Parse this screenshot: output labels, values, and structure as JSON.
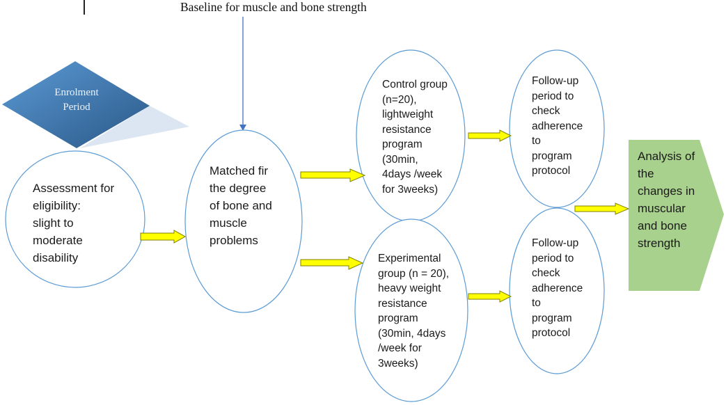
{
  "diagram": {
    "baseline_label": "Baseline for muscle and bone strength",
    "enrolment": {
      "label": "Enrolment\nPeriod",
      "color_top": "#5B9BD5",
      "color_bottom": "#2E5A8A",
      "shadow_color": "#DCE6F2"
    },
    "nodes": {
      "assessment": "Assessment for\neligibility:\nslight to\nmoderate\ndisability",
      "matched": "Matched fir\nthe degree\nof bone and\nmuscle\nproblems",
      "control": "Control group\n(n=20),\nlightweight\nresistance\nprogram\n(30min,\n4days /week\nfor 3weeks)",
      "experimental": "Experimental\ngroup (n = 20),\nheavy weight\nresistance\nprogram\n(30min, 4days\n/week for\n3weeks)",
      "followup_control": "Follow-up\nperiod to\ncheck\nadherence\nto\nprogram\nprotocol",
      "followup_experimental": "Follow-up\nperiod to\ncheck\nadherence\nto\nprogram\nprotocol",
      "analysis": "Analysis of\nthe\nchanges in\nmuscular\nand bone\nstrength"
    },
    "colors": {
      "ellipse_stroke": "#5B9BD5",
      "arrow_fill": "#FFFF00",
      "arrow_stroke": "#7F7F00",
      "connector": "#4472C4",
      "analysis_fill": "#A9D18E"
    }
  }
}
